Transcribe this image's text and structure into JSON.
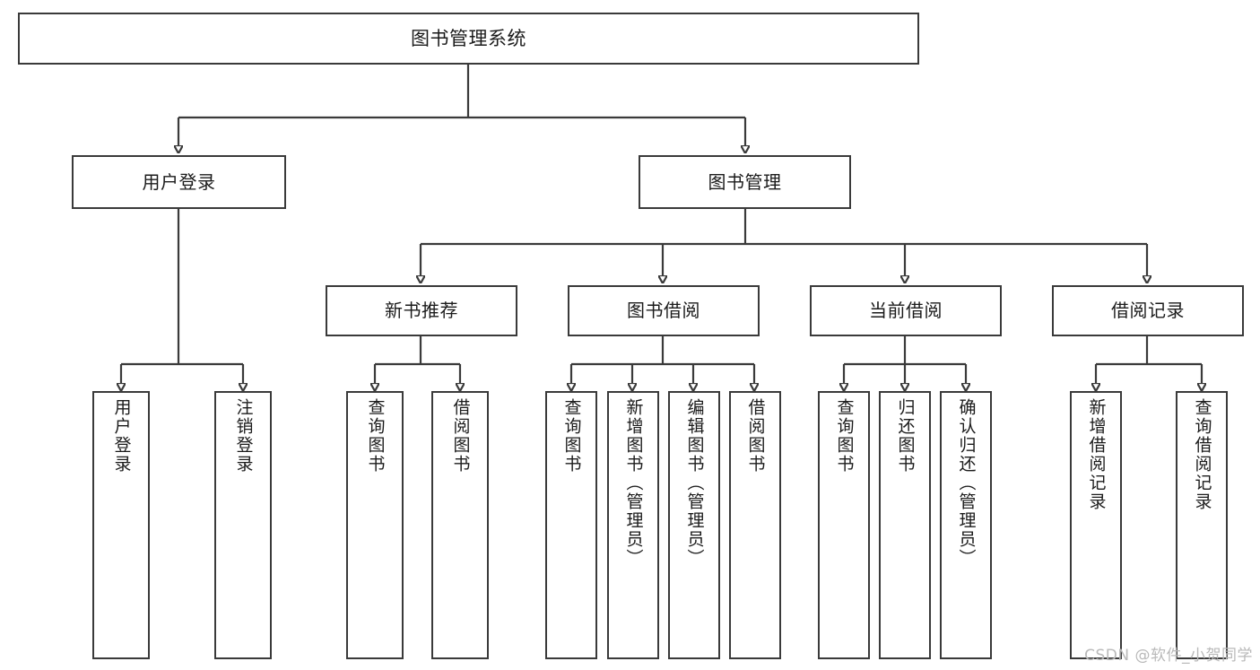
{
  "diagram": {
    "title": "图书管理系统",
    "type": "hierarchy-tree",
    "watermark": "CSDN @软件_小贺同学",
    "colors": {
      "background": "#ffffff",
      "box_border": "#3a3a3a",
      "box_fill": "#ffffff",
      "text": "#1b1b1b",
      "connector": "#3a3a3a",
      "watermark": "#b9b9b9"
    },
    "nodes": {
      "root": {
        "label": "图书管理系统",
        "level": 0
      },
      "l1": [
        {
          "label": "用户登录",
          "level": 1
        },
        {
          "label": "图书管理",
          "level": 1
        }
      ],
      "l2": [
        {
          "label": "新书推荐",
          "level": 2
        },
        {
          "label": "图书借阅",
          "level": 2
        },
        {
          "label": "当前借阅",
          "level": 2
        },
        {
          "label": "借阅记录",
          "level": 2
        }
      ],
      "leaves": {
        "user_login": [
          {
            "label": "用户登录"
          },
          {
            "label": "注销登录"
          }
        ],
        "new_book": [
          {
            "label": "查询图书"
          },
          {
            "label": "借阅图书"
          }
        ],
        "book_borrow": [
          {
            "label": "查询图书"
          },
          {
            "label": "新增图书（管理员）"
          },
          {
            "label": "编辑图书（管理员）"
          },
          {
            "label": "借阅图书"
          }
        ],
        "current_borrow": [
          {
            "label": "查询图书"
          },
          {
            "label": "归还图书"
          },
          {
            "label": "确认归还（管理员）"
          }
        ],
        "borrow_record": [
          {
            "label": "新增借阅记录"
          },
          {
            "label": "查询借阅记录"
          }
        ]
      }
    }
  }
}
